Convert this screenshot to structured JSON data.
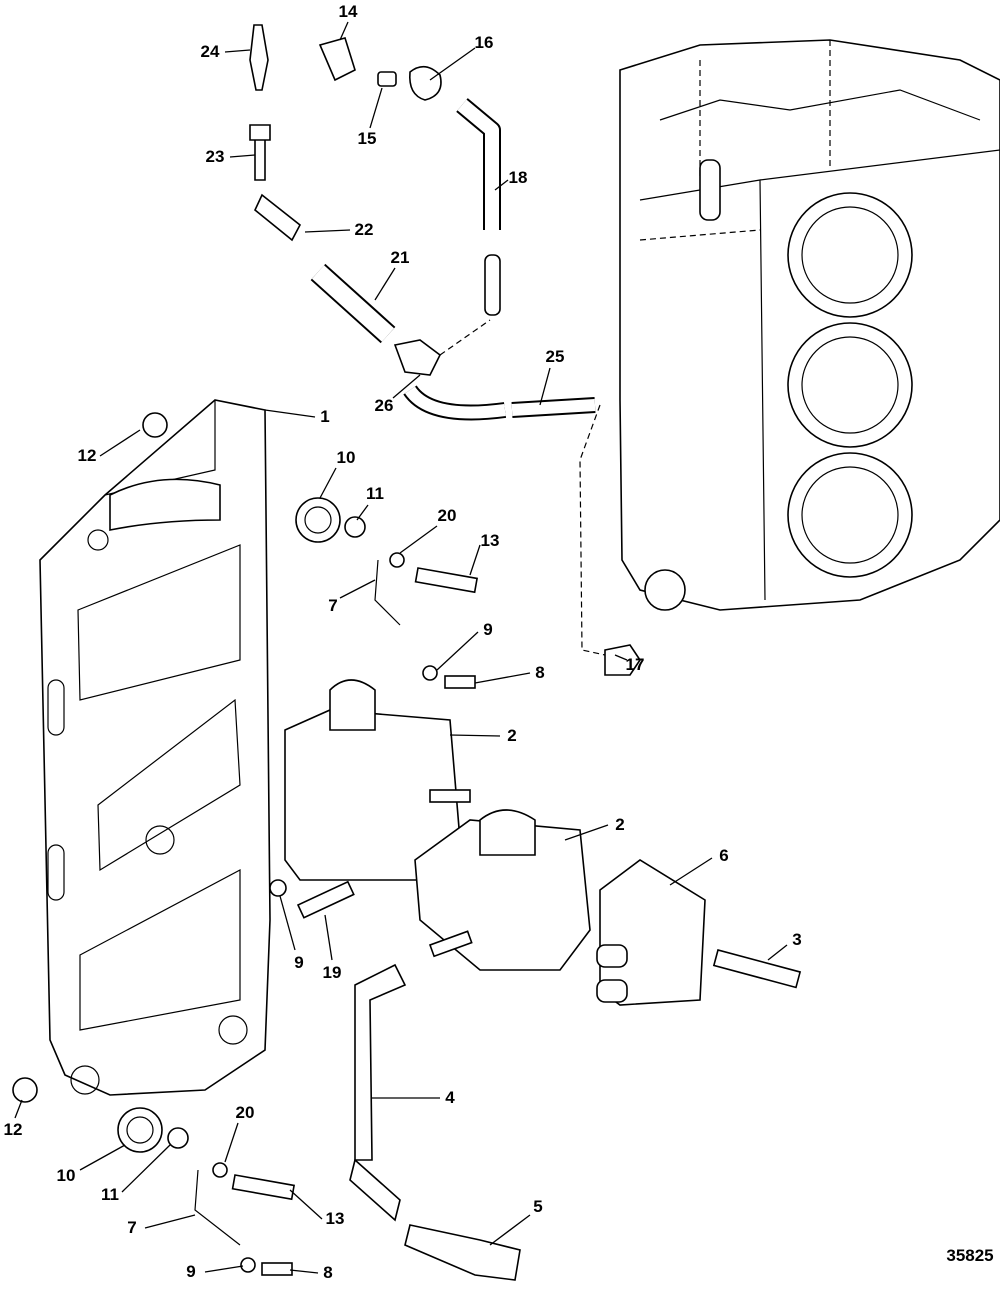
{
  "figure_number": "35825",
  "callouts": {
    "c14": "14",
    "c24": "24",
    "c16": "16",
    "c15": "15",
    "c23": "23",
    "c18": "18",
    "c22": "22",
    "c21": "21",
    "c25": "25",
    "c26": "26",
    "c1": "1",
    "c12a": "12",
    "c10a": "10",
    "c11a": "11",
    "c20a": "20",
    "c13a": "13",
    "c7a": "7",
    "c9a": "9",
    "c17": "17",
    "c8a": "8",
    "c2a": "2",
    "c2b": "2",
    "c6": "6",
    "c3": "3",
    "c9b": "9",
    "c19": "19",
    "c4": "4",
    "c12b": "12",
    "c20b": "20",
    "c10b": "10",
    "c11b": "11",
    "c13b": "13",
    "c7b": "7",
    "c5": "5",
    "c9c": "9",
    "c8b": "8"
  }
}
